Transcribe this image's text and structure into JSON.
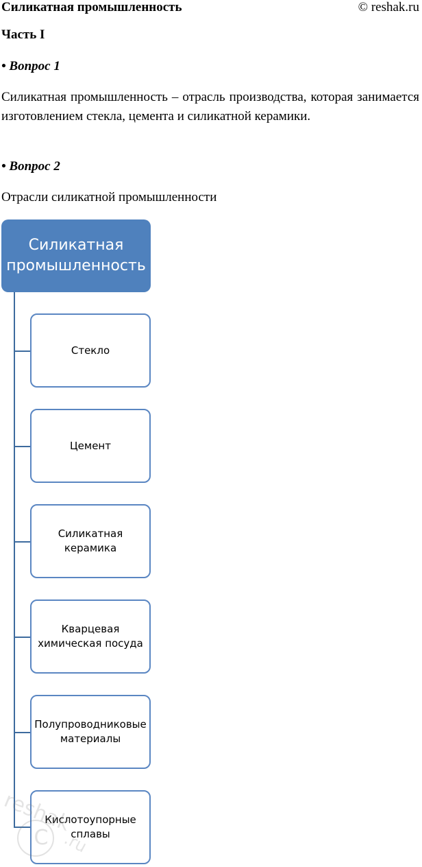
{
  "header": {
    "title": "Силикатная промышленность",
    "copyright": "© reshak.ru"
  },
  "part": "Часть I",
  "question1": {
    "label": "• Вопрос 1",
    "answer": "Силикатная промышленность – отрасль производства, которая занимается изготовлением стекла, цемента и силикатной керамики."
  },
  "question2": {
    "label": "• Вопрос 2",
    "caption": "Отрасли силикатной промышленности"
  },
  "diagram": {
    "root": "Силикатная промышленность",
    "children": [
      "Стекло",
      "Цемент",
      "Силикатная керамика",
      "Кварцевая химическая посуда",
      "Полупроводниковые материалы",
      "Кислотоупорные сплавы"
    ]
  },
  "watermark": "reshak.ru"
}
